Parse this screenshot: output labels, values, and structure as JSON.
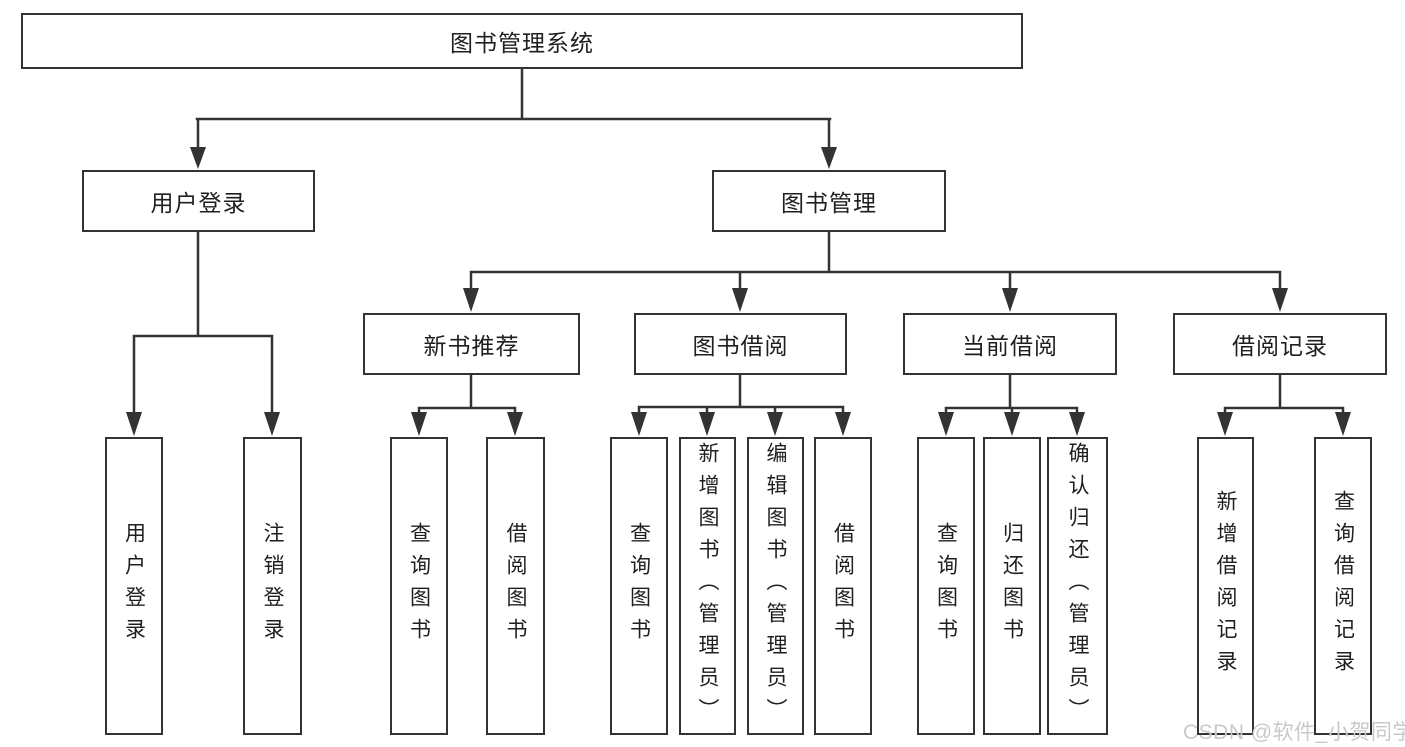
{
  "colors": {
    "line": "#333333",
    "box_border": "#333333",
    "box_bg": "#ffffff",
    "text": "#1f1f1f",
    "watermark": "#c9c9c9"
  },
  "watermark": "CSDN @软件_小贺同学",
  "nodes": {
    "root": "图书管理系统",
    "user_login": "用户登录",
    "book_mgmt": "图书管理",
    "new_book_rec": "新书推荐",
    "book_borrow": "图书借阅",
    "current_borrow": "当前借阅",
    "borrow_record": "借阅记录",
    "ul_login": "用户登录",
    "ul_logout": "注销登录",
    "nb_query": "查询图书",
    "nb_borrow": "借阅图书",
    "bb_query": "查询图书",
    "bb_add": "新增图书（管理员）",
    "bb_edit": "编辑图书（管理员）",
    "bb_borrow": "借阅图书",
    "cb_query": "查询图书",
    "cb_return": "归还图书",
    "cb_confirm": "确认归还（管理员）",
    "br_add": "新增借阅记录",
    "br_query": "查询借阅记录"
  },
  "hierarchy": {
    "图书管理系统": {
      "用户登录": [
        "用户登录",
        "注销登录"
      ],
      "图书管理": {
        "新书推荐": [
          "查询图书",
          "借阅图书"
        ],
        "图书借阅": [
          "查询图书",
          "新增图书（管理员）",
          "编辑图书（管理员）",
          "借阅图书"
        ],
        "当前借阅": [
          "查询图书",
          "归还图书",
          "确认归还（管理员）"
        ],
        "借阅记录": [
          "新增借阅记录",
          "查询借阅记录"
        ]
      }
    }
  }
}
